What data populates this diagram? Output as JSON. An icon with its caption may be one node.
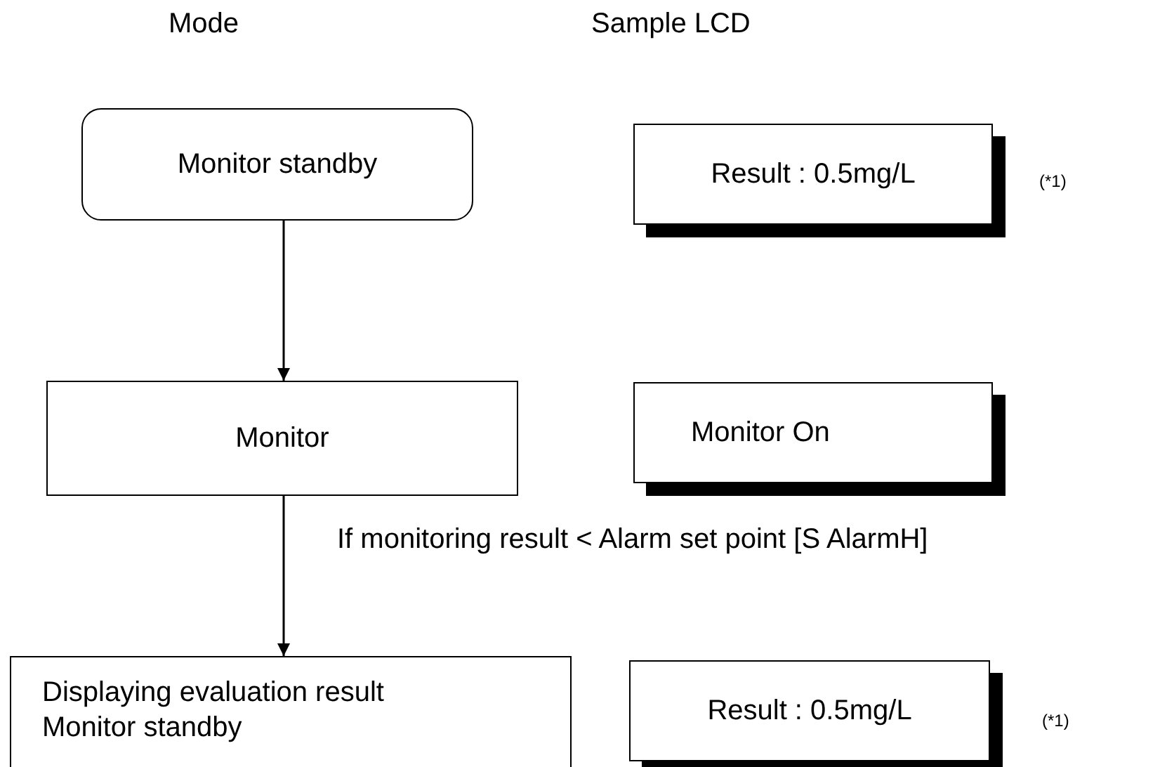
{
  "diagram": {
    "nodes": [
      {
        "text": [
          "Monitor standby"
        ]
      },
      {
        "text": [
          "Monitor"
        ]
      },
      {
        "text": [
          "Displaying evaluation result Monitor standby"
        ]
      },
      {
        "text": [
          "Result : 0.5mg/L"
        ],
        "beside": [
          "(*1)"
        ]
      },
      {
        "text": [
          "Monitor On"
        ]
      },
      {
        "text": [
          "Result : 0.5mg/L"
        ],
        "beside": [
          "(*1)"
        ]
      }
    ],
    "edges": [
      {
        "from": 0,
        "to": 1,
        "arrow": "to"
      },
      {
        "from": 1,
        "to": 2,
        "arrow": "to",
        "label": "If monitoring result < Alarm set point [S AlarmH]"
      }
    ],
    "labels": [
      "Mode",
      "Sample LCD"
    ]
  }
}
